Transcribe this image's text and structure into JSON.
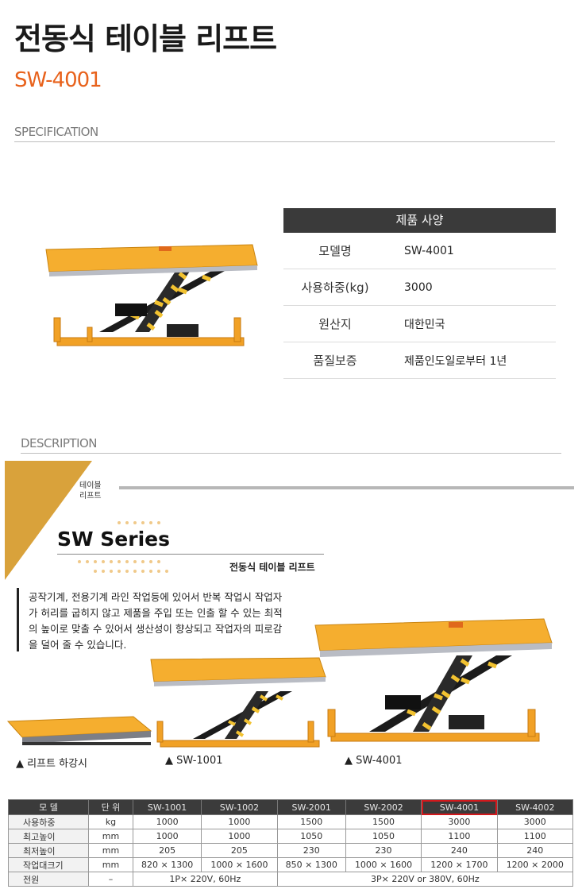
{
  "header": {
    "title": "전동식 테이블 리프트",
    "model": "SW-4001"
  },
  "sections": {
    "specification": "SPECIFICATION",
    "description": "DESCRIPTION"
  },
  "spec_table": {
    "heading": "제품 사양",
    "rows": [
      {
        "key": "모델명",
        "value": "SW-4001"
      },
      {
        "key": "사용하중(kg)",
        "value": "3000"
      },
      {
        "key": "원산지",
        "value": "대한민국"
      },
      {
        "key": "품질보증",
        "value": "제품인도일로부터 1년"
      }
    ]
  },
  "description": {
    "tag": [
      "테이블",
      "리프트"
    ],
    "series": "SW Series",
    "series_sub": "전동식 테이블 리프트",
    "text": "공작기계, 전용기계 라인 작업등에 있어서 반복 작업시 작업자가 허리를 굽히지 않고 제품을 주입 또는 인출 할 수 있는 최적의 높이로 맞출 수 있어서 생산성이 향상되고 작업자의 피로감을 덜어 줄 수 있습니다.",
    "captions": [
      "▲ 리프트 하강시",
      "▲ SW-1001",
      "▲ SW-4001"
    ]
  },
  "colors": {
    "accent": "#e8621c",
    "table_yellow": "#f5a623",
    "highlight": "#d3181c"
  },
  "model_table": {
    "headers": [
      "모 델",
      "단 위",
      "SW-1001",
      "SW-1002",
      "SW-2001",
      "SW-2002",
      "SW-4001",
      "SW-4002"
    ],
    "rows": [
      {
        "label": "사용하중",
        "unit": "kg",
        "values": [
          "1000",
          "1000",
          "1500",
          "1500",
          "3000",
          "3000"
        ]
      },
      {
        "label": "최고높이",
        "unit": "mm",
        "values": [
          "1000",
          "1000",
          "1050",
          "1050",
          "1100",
          "1100"
        ]
      },
      {
        "label": "최저높이",
        "unit": "mm",
        "values": [
          "205",
          "205",
          "230",
          "230",
          "240",
          "240"
        ]
      },
      {
        "label": "작업대크기",
        "unit": "mm",
        "values": [
          "820 × 1300",
          "1000 × 1600",
          "850 × 1300",
          "1000 × 1600",
          "1200 × 1700",
          "1200 × 2000"
        ]
      }
    ],
    "power": {
      "label": "전원",
      "unit": "–",
      "group1": "1P× 220V, 60Hz",
      "group2": "3P× 220V or 380V, 60Hz"
    }
  }
}
